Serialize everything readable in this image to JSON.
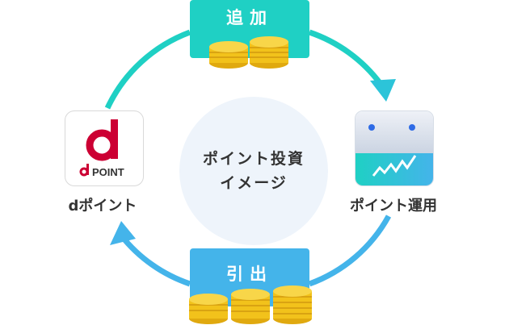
{
  "center": {
    "line1": "ポイント投資",
    "line2": "イメージ"
  },
  "steps": {
    "add_label": "追加",
    "withdraw_label": "引出",
    "dpoint_caption": "dポイント",
    "invest_caption": "ポイント運用"
  },
  "dpoint_logo": {
    "letter": "d",
    "word": "POINT",
    "brand_color": "#cc0033"
  },
  "colors": {
    "teal": "#1fd0c4",
    "blue": "#44b4ea",
    "coin": "#f2c21b"
  }
}
